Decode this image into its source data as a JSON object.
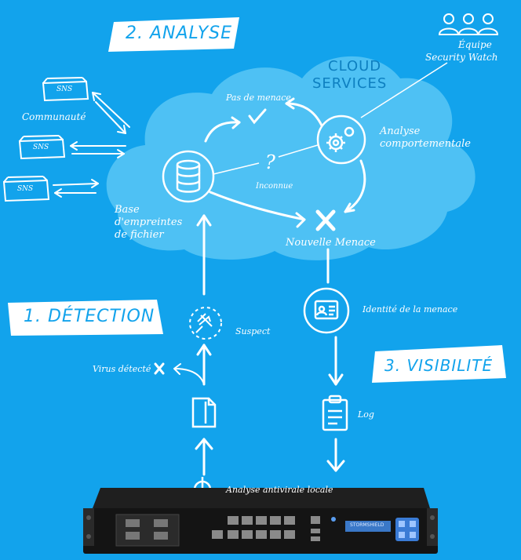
{
  "banners": {
    "analyse": "2. ANALYSE",
    "detection": "1. DÉTECTION",
    "visibilite": "3. VISIBILITÉ"
  },
  "cloud": {
    "title_line1": "CLOUD",
    "title_line2": "SERVICES"
  },
  "team": {
    "line1": "Équipe",
    "line2": "Security Watch"
  },
  "labels": {
    "communaute": "Communauté",
    "pas_de_menace": "Pas de menace",
    "analyse_line1": "Analyse",
    "analyse_line2": "comportementale",
    "inconnue": "Inconnue",
    "base_line1": "Base",
    "base_line2": "d'empreintes",
    "base_line3": "de fichier",
    "nouvelle_menace": "Nouvelle Menace",
    "identite": "Identité de la menace",
    "suspect": "Suspect",
    "virus_detecte": "Virus détecté",
    "log": "Log",
    "analyse_locale": "Analyse antivirale locale"
  },
  "appliances": {
    "badge": "SNS"
  },
  "device": {
    "brand": "STORMSHIELD"
  },
  "colors": {
    "background": "#12a3ec",
    "cloud": "#4ec1f4",
    "banner": "#ffffff",
    "ink": "#ffffff",
    "device_body": "#141414"
  }
}
